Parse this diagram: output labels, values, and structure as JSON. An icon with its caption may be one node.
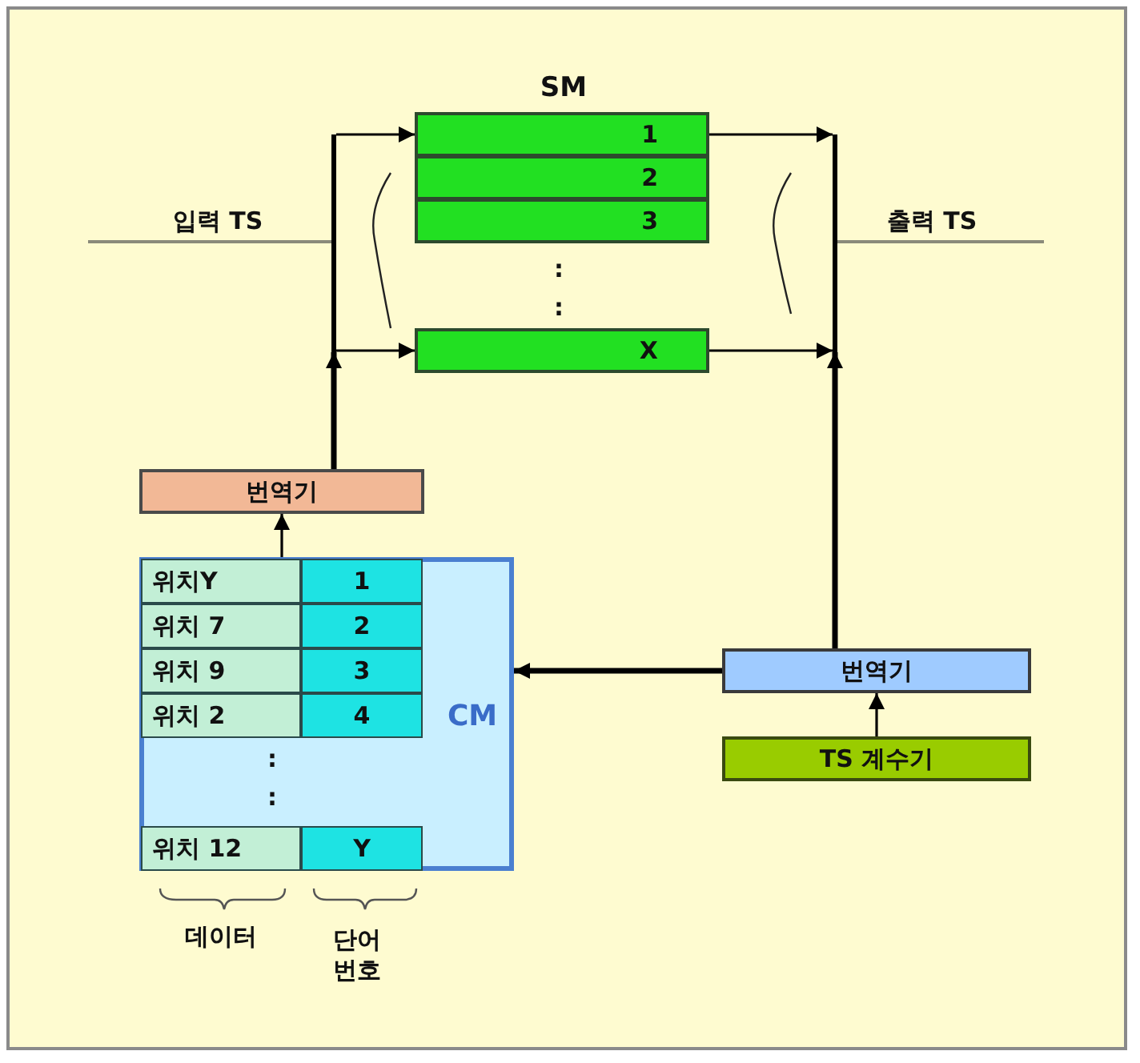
{
  "diagram": {
    "nodes": [
      {
        "text": [
          "1"
        ]
      },
      {
        "text": [
          "2"
        ]
      },
      {
        "text": [
          "3"
        ]
      },
      {
        "text": [
          "X"
        ]
      },
      {
        "text": [],
        "shape": "bar"
      },
      {
        "text": [],
        "shape": "bar"
      },
      {
        "text": [
          "번역기"
        ]
      },
      {
        "text": [
          "CM"
        ]
      },
      {
        "text": [
          "번역기"
        ]
      },
      {
        "text": [
          "TS 계수기"
        ]
      }
    ],
    "edges": [
      {
        "from": 4,
        "to": 0,
        "arrow": "to"
      },
      {
        "from": 4,
        "to": 3,
        "arrow": "to"
      },
      {
        "from": 0,
        "to": 5,
        "arrow": "to"
      },
      {
        "from": 3,
        "to": 5,
        "arrow": "to"
      },
      {
        "from": 6,
        "to": 4,
        "arrow": "to",
        "style": "thick"
      },
      {
        "from": 8,
        "to": 5,
        "arrow": "to",
        "style": "thick"
      },
      {
        "from": 7,
        "to": 6,
        "arrow": "to"
      },
      {
        "from": 8,
        "to": 7,
        "arrow": "to",
        "style": "thick"
      },
      {
        "from": 9,
        "to": 8,
        "arrow": "to"
      }
    ],
    "labels": [
      "SM",
      "입력 TS",
      "출력 TS",
      ":",
      ":",
      "위치Y",
      "1",
      "위치 7",
      "2",
      "위치 9",
      "3",
      "위치 2",
      "4",
      ":",
      ":",
      "위치 12",
      "Y",
      "데이터",
      "단어 번호"
    ]
  }
}
